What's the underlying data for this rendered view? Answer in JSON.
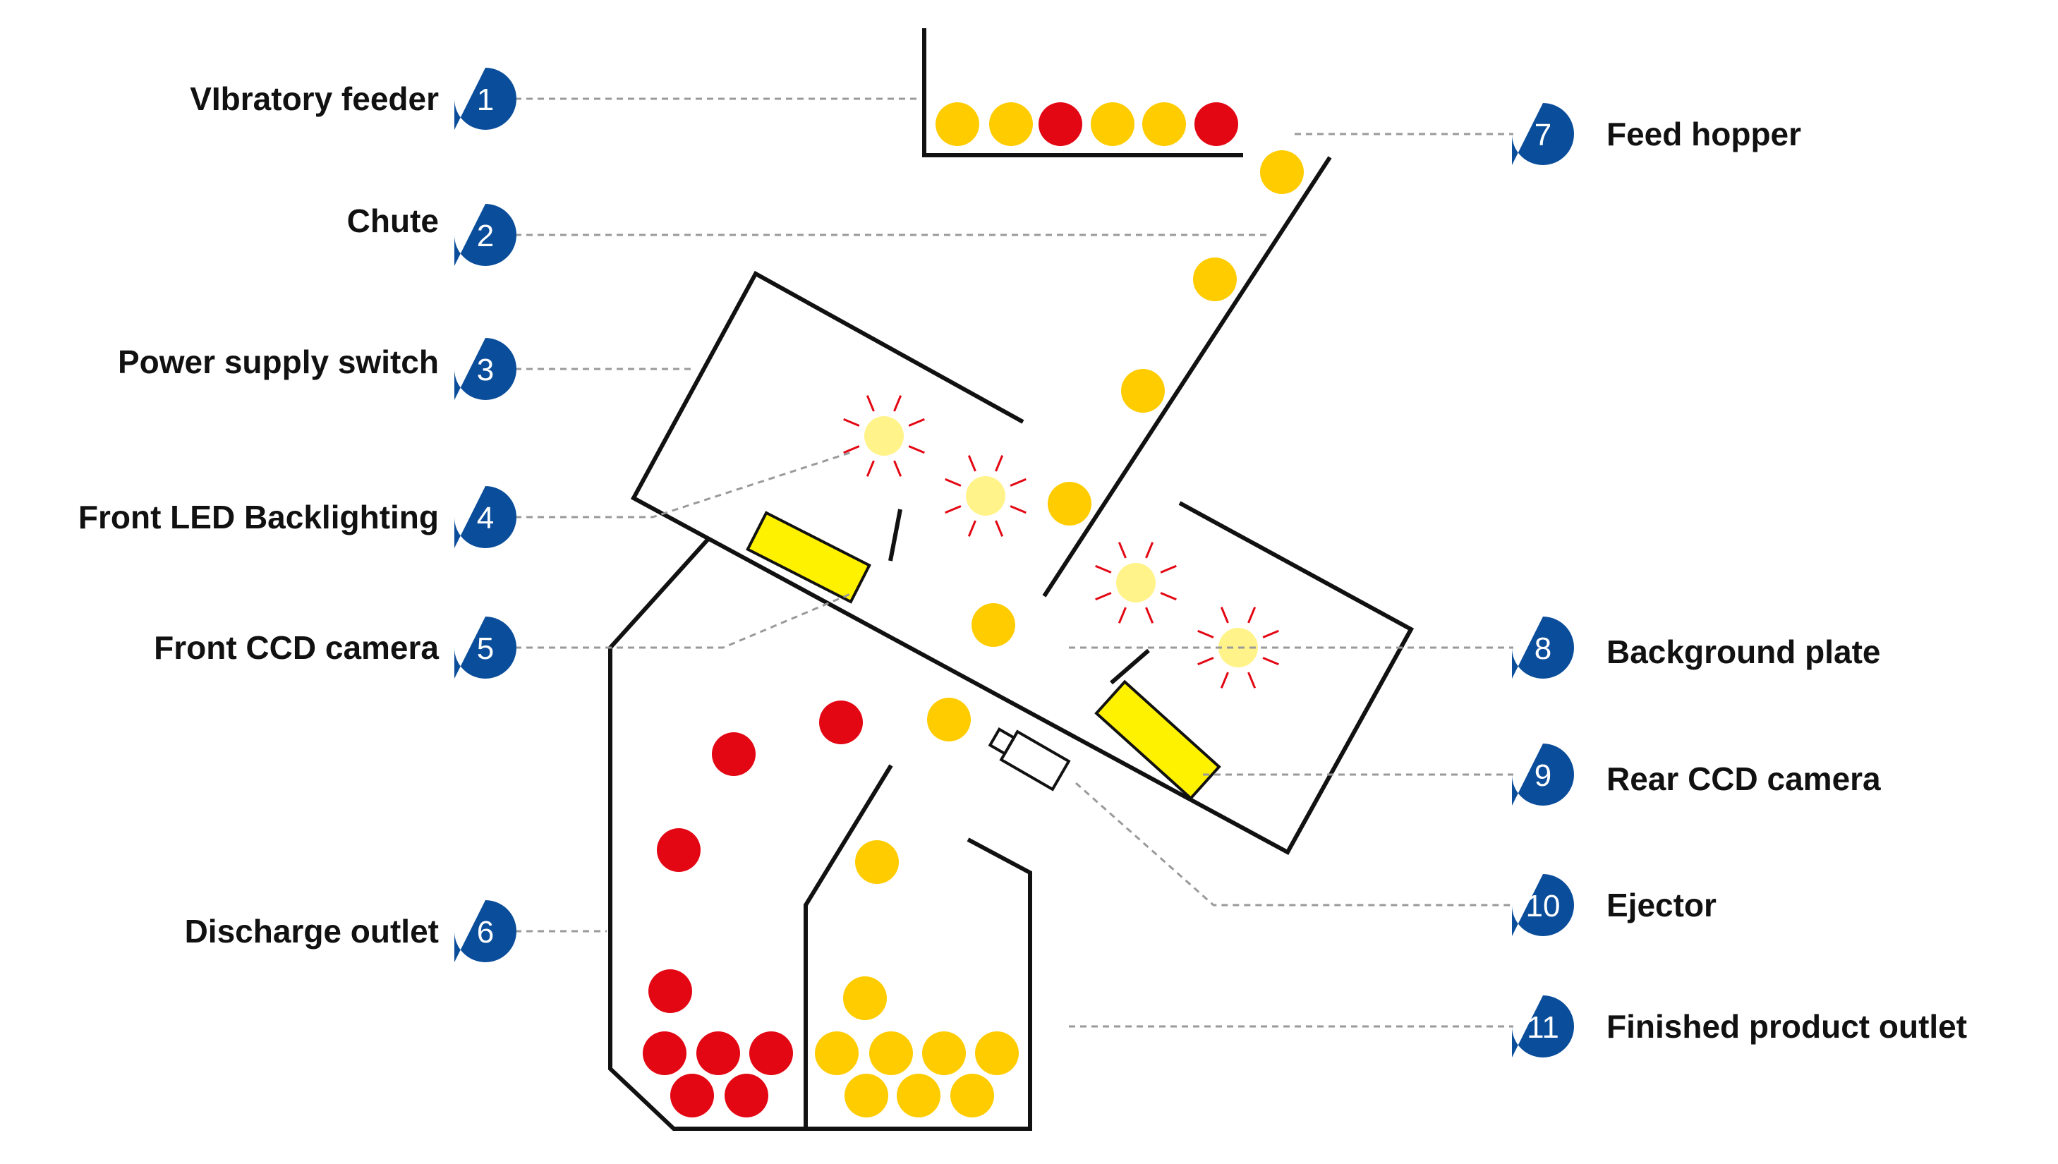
{
  "colors": {
    "badge": "#0a4d9a",
    "yellow_pellet": "#ffcc00",
    "red_pellet": "#e30613",
    "led": "#fff38a",
    "led_ray": "#e30613",
    "camera": "#fff200",
    "leader": "#9a9a9a",
    "outline": "#111111"
  },
  "callouts": [
    {
      "num": "1",
      "label": "VIbratory feeder",
      "side": "left"
    },
    {
      "num": "2",
      "label": "Chute",
      "side": "left"
    },
    {
      "num": "3",
      "label": "Power supply switch",
      "side": "left"
    },
    {
      "num": "4",
      "label": "Front LED Backlighting",
      "side": "left"
    },
    {
      "num": "5",
      "label": "Front CCD camera",
      "side": "left"
    },
    {
      "num": "6",
      "label": "Discharge outlet",
      "side": "left"
    },
    {
      "num": "7",
      "label": "Feed hopper",
      "side": "right"
    },
    {
      "num": "8",
      "label": "Background plate",
      "side": "right"
    },
    {
      "num": "9",
      "label": "Rear CCD camera",
      "side": "right"
    },
    {
      "num": "10",
      "label": "Ejector",
      "side": "right"
    },
    {
      "num": "11",
      "label": "Finished product outlet",
      "side": "right"
    }
  ]
}
